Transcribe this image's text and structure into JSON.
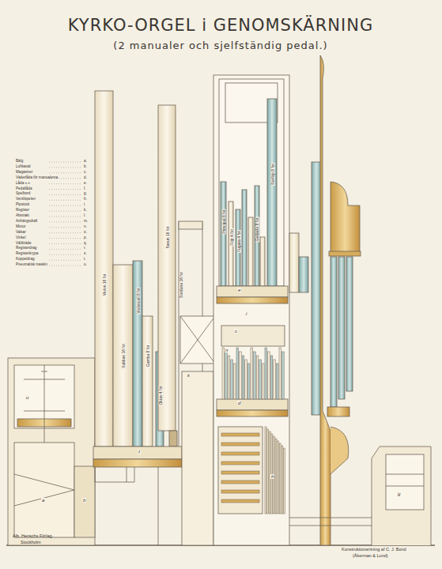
{
  "diagram": {
    "title": "KYRKO-ORGEL i GENOMSKÄRNING",
    "caption": "(2 manualer och sjelfständig pedal.)",
    "labels": [
      "Bälg",
      "a.",
      "Luftkanal",
      "b.",
      "Magasiner",
      "c.",
      "Väderlåda för manualerna",
      "d.",
      "Låda » »",
      "e.",
      "Pedallåda",
      "f.",
      "Spelbord",
      "g.",
      "Ventilspelen",
      "h.",
      "Pipstock",
      "i.",
      "Register",
      "k.",
      "Abstrakt",
      "l.",
      "Anhängsdraft",
      "m.",
      "Mixtur",
      "n.",
      "Valsar",
      "o.",
      "Vinkel",
      "p.",
      "Vältbräde",
      "q.",
      "Registerdrag",
      "r.",
      "Registerkrypa",
      "s.",
      "Koppeldrag",
      "t.",
      "Pneumatisk maskin",
      "u.",
      "Violon 16 fot",
      "Subbas 16 fot",
      "Violoncell 8 fot",
      "Gamba 8 fot",
      "Oktav 4 fot",
      "Basun 16 fot",
      "Borduna 16 fot",
      "Principal 8 fot",
      "Flöjt 4 fot",
      "Fugara 4 fot",
      "Gedackt 8 fot",
      "Rörflöjt 8 fot",
      "a",
      "b",
      "c",
      "d",
      "e",
      "f",
      "g",
      "h",
      "i",
      "k",
      "n",
      "u",
      "Alb. Henschs Förlag.",
      "Stockholm",
      "Konstruktionsritning af C. J. Bond",
      "(Åkerman & Lund)"
    ]
  }
}
